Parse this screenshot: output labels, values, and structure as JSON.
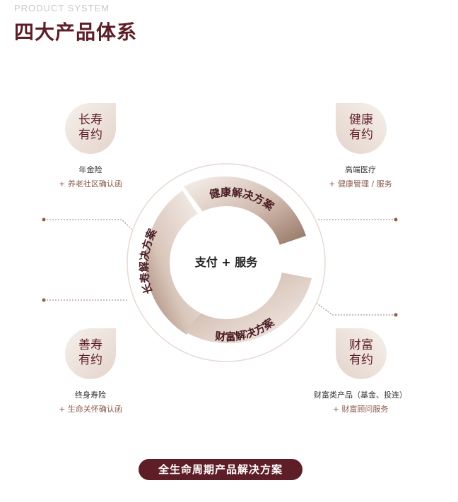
{
  "header": {
    "eyebrow": "PRODUCT SYSTEM",
    "title": "四大产品体系"
  },
  "center_label": "支付 + 服务",
  "ring_labels": {
    "health": "健康解决方案",
    "longevity": "长寿解决方案",
    "wealth": "财富解决方案"
  },
  "petals": {
    "top_left": {
      "line1": "长寿",
      "line2": "有约",
      "main": "年金险",
      "sub": "+ 养老社区确认函"
    },
    "top_right": {
      "line1": "健康",
      "line2": "有约",
      "main": "高端医疗",
      "sub": "+ 健康管理 / 服务"
    },
    "bottom_left": {
      "line1": "善寿",
      "line2": "有约",
      "main": "终身寿险",
      "sub": "+ 生命关怀确认函"
    },
    "bottom_right": {
      "line1": "财富",
      "line2": "有约",
      "main": "财富类产品（基金、投连）",
      "sub": "+ 财富顾问服务"
    }
  },
  "cta": {
    "label": "全生命周期产品解决方案"
  },
  "colors": {
    "brand": "#5e1e28",
    "accent": "#8a5a4a",
    "petal": "#f0e8e3"
  }
}
